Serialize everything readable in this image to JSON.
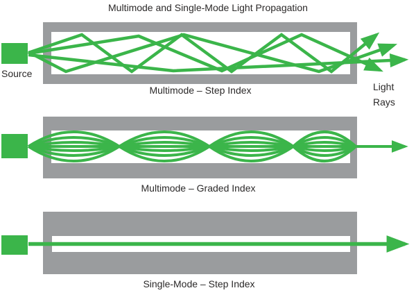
{
  "title": "Multimode and Single-Mode Light Propagation",
  "colors": {
    "green": "#3bb54a",
    "gray": "#9a9c9e",
    "text": "#2b2929",
    "background": "#ffffff"
  },
  "source_label": "Source",
  "output_label": {
    "line1": "Light",
    "line2": "Rays"
  },
  "sections": [
    {
      "label": "Multimode – Step Index"
    },
    {
      "label": "Multimode – Graded Index"
    },
    {
      "label": "Single-Mode – Step Index"
    }
  ]
}
